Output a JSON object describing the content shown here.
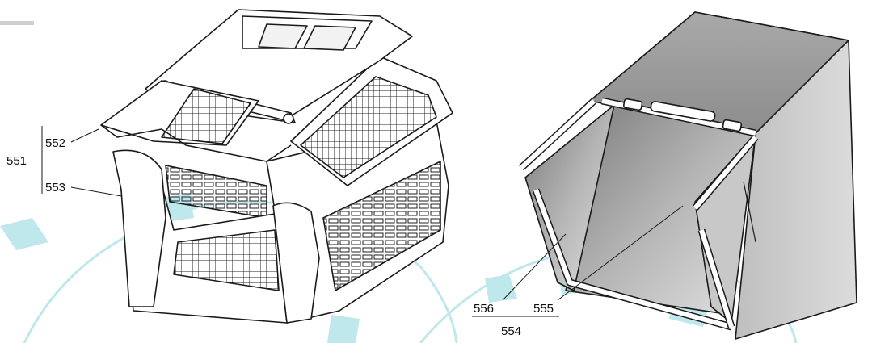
{
  "labels": {
    "c551": "551",
    "c552": "552",
    "c553": "553",
    "c554": "554",
    "c555": "555",
    "c556": "556"
  },
  "colors": {
    "watermark": "#b8e6ea",
    "line": "#1a1a1a",
    "fabric_dark": "#8a8a8a",
    "fabric_light": "#d6d6d6"
  }
}
